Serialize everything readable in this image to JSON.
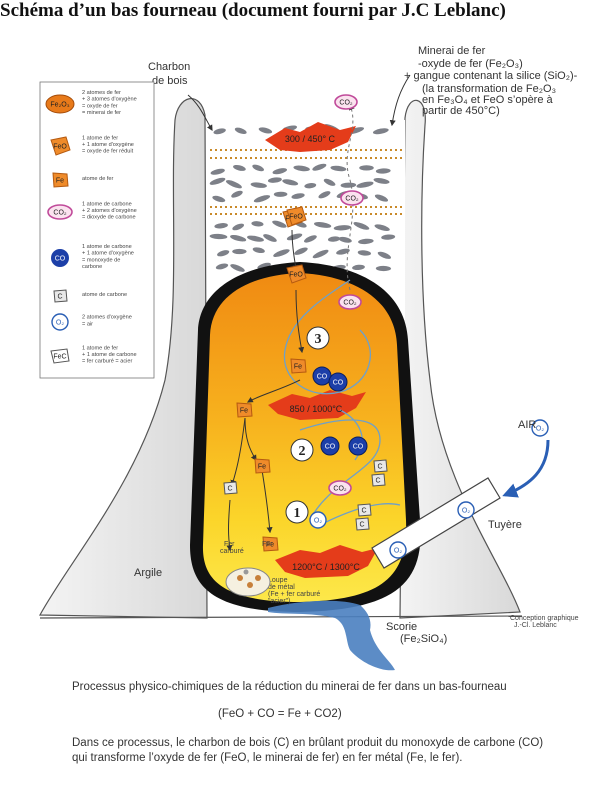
{
  "title": "Schéma d’un bas fourneau (document fourni par J.C Leblanc)",
  "labels": {
    "charbon_line1": "Charbon",
    "charbon_line2": "de bois",
    "minerai_line1": "Minerai de fer",
    "minerai_line2": "-oxyde de fer (Fe₂O₃)",
    "minerai_line3": "+ gangue contenant la silice (SiO₂)-",
    "minerai_note1": "(la transformation de Fe₂O₃",
    "minerai_note2": "en Fe₃O₄ et FeO s’opère à",
    "minerai_note3": "partir de 450°C)",
    "air": "AIR",
    "tuyere": "Tuyère",
    "argile": "Argile",
    "scorie": "Scorie",
    "scorie_formula": "(Fe₂SiO₄)",
    "credit1": "Conception graphique",
    "credit2": "J.-Cl. Leblanc",
    "fer_carbure1": "Fer",
    "fer_carbure2": "carburé",
    "fer2": "Fer",
    "loupe1": "Loupe",
    "loupe2": "de métal",
    "loupe3": "(Fe + fer carburé",
    "loupe4": "\"acier\")"
  },
  "temperatures": {
    "top": "300 / 450° C",
    "middle": "850 / 1000°C",
    "bottom": "1200°C / 1300°C"
  },
  "stages": [
    "3",
    "2",
    "1"
  ],
  "molecules": {
    "fe2o3": "Fe₂O₃",
    "feo": "FeO",
    "fe": "Fe",
    "co2": "CO₂",
    "co": "CO",
    "c": "C",
    "o2": "O₂",
    "fec": "FeC"
  },
  "legend": [
    {
      "symbol": "Fe₂O₃",
      "lines": [
        "2 atomes de fer",
        "+ 3 atomes d'oxygène",
        "= oxyde de fer",
        "= minerai de fer"
      ]
    },
    {
      "symbol": "FeO",
      "lines": [
        "1 atome de fer",
        "+ 1 atome d'oxygène",
        "= oxyde de fer réduit"
      ]
    },
    {
      "symbol": "Fe",
      "lines": [
        "atome de fer"
      ]
    },
    {
      "symbol": "CO₂",
      "lines": [
        "1 atome de carbone",
        "+ 2 atomes d'oxygène",
        "= dioxyde de carbone"
      ]
    },
    {
      "symbol": "CO",
      "lines": [
        "1 atome de carbone",
        "+ 1 atome d'oxygène",
        "= monoxyde de",
        "carbone"
      ]
    },
    {
      "symbol": "C",
      "lines": [
        "atome de carbone"
      ]
    },
    {
      "symbol": "O₂",
      "lines": [
        "2 atomes d'oxygène",
        "= air"
      ]
    },
    {
      "symbol": "FeC",
      "lines": [
        "1 atome de fer",
        "+ 1 atome de carbone",
        "= fer carburé = acier"
      ]
    }
  ],
  "captions": {
    "line1": "Processus physico-chimiques de la réduction du minerai de fer dans un bas-fourneau",
    "equation": "(FeO + CO = Fe + CO2)",
    "line3": "Dans ce processus, le charbon de bois (C) en brûlant produit du monoxyde de carbone (CO)",
    "line4": "qui transforme l’oxyde de fer (FeO, le minerai de fer) en fer métal (Fe, le fer)."
  }
}
